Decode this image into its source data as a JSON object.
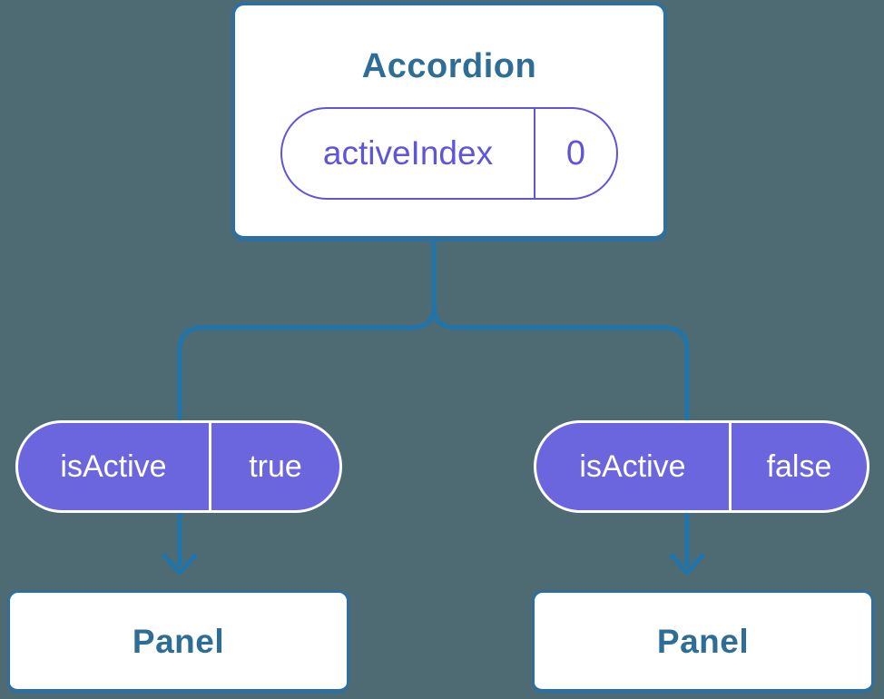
{
  "colors": {
    "background": "#4e6a73",
    "line": "#1f75ab",
    "node_border": "#2f6f9d",
    "node_bg": "#ffffff",
    "title_text": "#2e6e96",
    "state_pill_fill": "#6b66dd",
    "state_pill_text": "#ffffff",
    "prop_pill_accent": "#5e55d9"
  },
  "diagram": {
    "root": {
      "title": "Accordion",
      "state": {
        "label": "activeIndex",
        "value": "0"
      }
    },
    "children": [
      {
        "state": {
          "label": "isActive",
          "value": "true"
        },
        "node": {
          "title": "Panel"
        }
      },
      {
        "state": {
          "label": "isActive",
          "value": "false"
        },
        "node": {
          "title": "Panel"
        }
      }
    ]
  }
}
